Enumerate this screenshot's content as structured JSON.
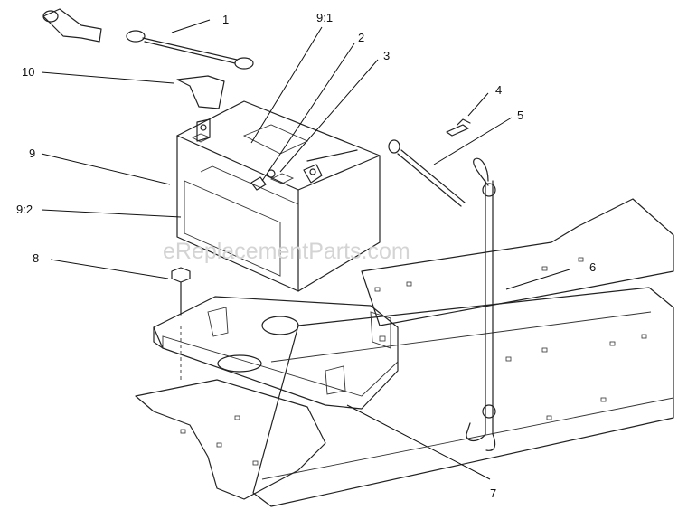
{
  "watermark": "eReplacementParts.com",
  "callouts": {
    "c1": "1",
    "c9_1": "9:1",
    "c2": "2",
    "c3": "3",
    "c10": "10",
    "c4": "4",
    "c5": "5",
    "c9": "9",
    "c9_2": "9:2",
    "c8": "8",
    "c6": "6",
    "c7": "7"
  }
}
